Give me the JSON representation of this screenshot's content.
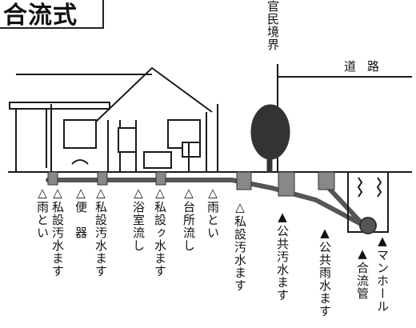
{
  "title": "合流式",
  "boundary_label": "官民境界",
  "road_label": "道路",
  "labels": [
    "△雨とい",
    "△私設汚水ます",
    "△便　器",
    "△私設汚水ます",
    "△浴室流し",
    "△私設ㇰ水ます",
    "△台所流し",
    "△雨とい",
    "△私設汚水ます",
    "▲公共汚水ます",
    "▲公共雨水ます",
    "▲合流管",
    "▲マンホール"
  ],
  "colors": {
    "line": "#1a1a1a",
    "pipe": "#555555",
    "pipe_fill": "#888888",
    "tree": "#333333",
    "basin": "#777777"
  }
}
